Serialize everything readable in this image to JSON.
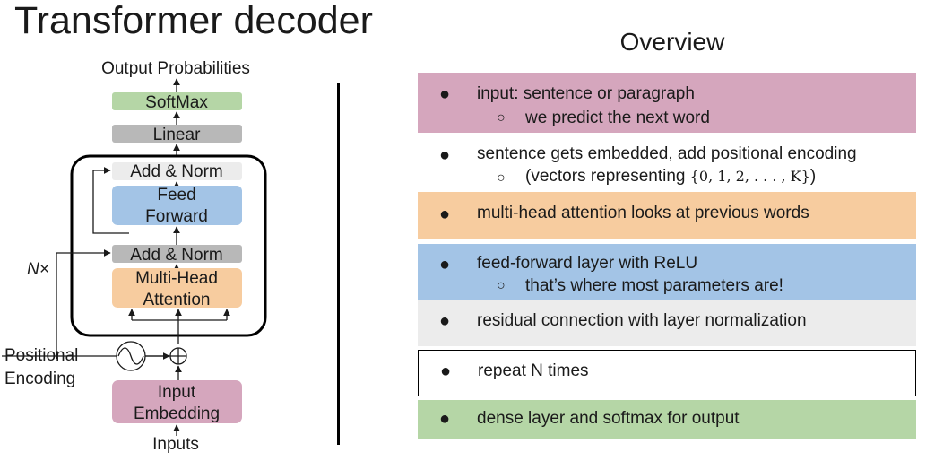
{
  "title": "Transformer decoder",
  "overview_title": "Overview",
  "diagram": {
    "output_label": "Output Probabilities",
    "softmax": "SoftMax",
    "linear": "Linear",
    "add_norm_top": "Add & Norm",
    "feed_forward_1": "Feed",
    "feed_forward_2": "Forward",
    "add_norm_bottom": "Add & Norm",
    "attention_1": "Multi-Head",
    "attention_2": "Attention",
    "n_times": "N×",
    "positional_1": "Positional",
    "positional_2": "Encoding",
    "embedding_1": "Input",
    "embedding_2": "Embedding",
    "inputs_label": "Inputs"
  },
  "colors": {
    "softmax": "#b5d6a6",
    "linear": "#b8b8b8",
    "add_norm_top": "#ececec",
    "feed_forward": "#a3c4e6",
    "add_norm_bottom": "#b8b8b8",
    "attention": "#f7cc9f",
    "embedding": "#d5a6bd"
  },
  "overview": [
    {
      "bg": "#d5a6bd",
      "border": false,
      "main": "input: sentence or paragraph",
      "sub": "we predict the next word"
    },
    {
      "bg": "#ffffff",
      "border": false,
      "main": "sentence gets embedded, add positional encoding",
      "sub_prefix": "(vectors representing ",
      "sub_math": "{0, 1, 2, . . . , K}",
      "sub_suffix": ")"
    },
    {
      "bg": "#f7cc9f",
      "border": false,
      "main": "multi-head attention looks at previous words"
    },
    {
      "bg": "#a3c4e6",
      "border": false,
      "main": "feed-forward layer with ReLU",
      "sub": "that’s where most parameters are!"
    },
    {
      "bg": "#ececec",
      "border": false,
      "main": "residual connection with layer normalization"
    },
    {
      "bg": "#ffffff",
      "border": true,
      "main": "repeat N times"
    },
    {
      "bg": "#b5d6a6",
      "border": false,
      "main": "dense layer and softmax for output"
    }
  ],
  "bullet_glyph": "●",
  "sub_bullet_glyph": "○"
}
